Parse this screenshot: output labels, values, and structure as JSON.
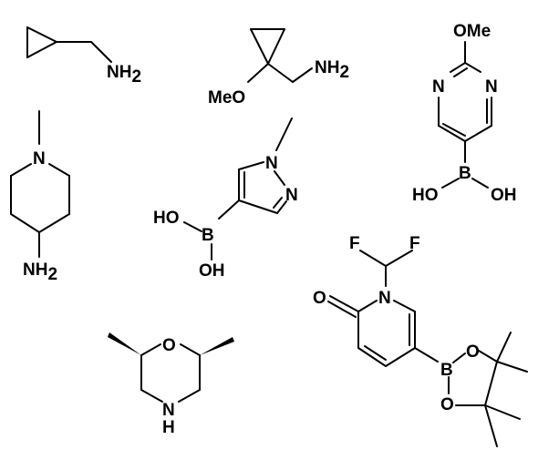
{
  "molecules": [
    {
      "name": "cyclopropylmethanamine",
      "labels": {
        "amine": "NH",
        "amine_sub": "2"
      }
    },
    {
      "name": "1-methoxycyclopropylmethanamine",
      "labels": {
        "methoxy": "MeO",
        "amine": "NH",
        "amine_sub": "2"
      }
    },
    {
      "name": "2-methoxypyrimidin-5-ylboronic acid",
      "labels": {
        "methoxy": "OMe",
        "n_left": "N",
        "n_right": "N",
        "boron": "B",
        "oh_left": "HO",
        "oh_right": "OH"
      }
    },
    {
      "name": "1-methylpiperidin-4-amine",
      "labels": {
        "ring_n": "N",
        "amine": "NH",
        "amine_sub": "2"
      }
    },
    {
      "name": "1-methylpyrazol-4-ylboronic acid",
      "labels": {
        "n1": "N",
        "n2": "N",
        "boron": "B",
        "oh_left": "HO",
        "oh_bottom": "OH"
      }
    },
    {
      "name": "difluoromethyl pyridone pinacol boronate",
      "labels": {
        "f_left": "F",
        "f_right": "F",
        "ring_n": "N",
        "carbonyl_o": "O",
        "boron": "B",
        "o_top": "O",
        "o_bottom": "O"
      }
    },
    {
      "name": "cis-2,6-dimethylmorpholine",
      "labels": {
        "ring_o": "O",
        "ring_n": "N",
        "ring_h": "H"
      }
    }
  ]
}
